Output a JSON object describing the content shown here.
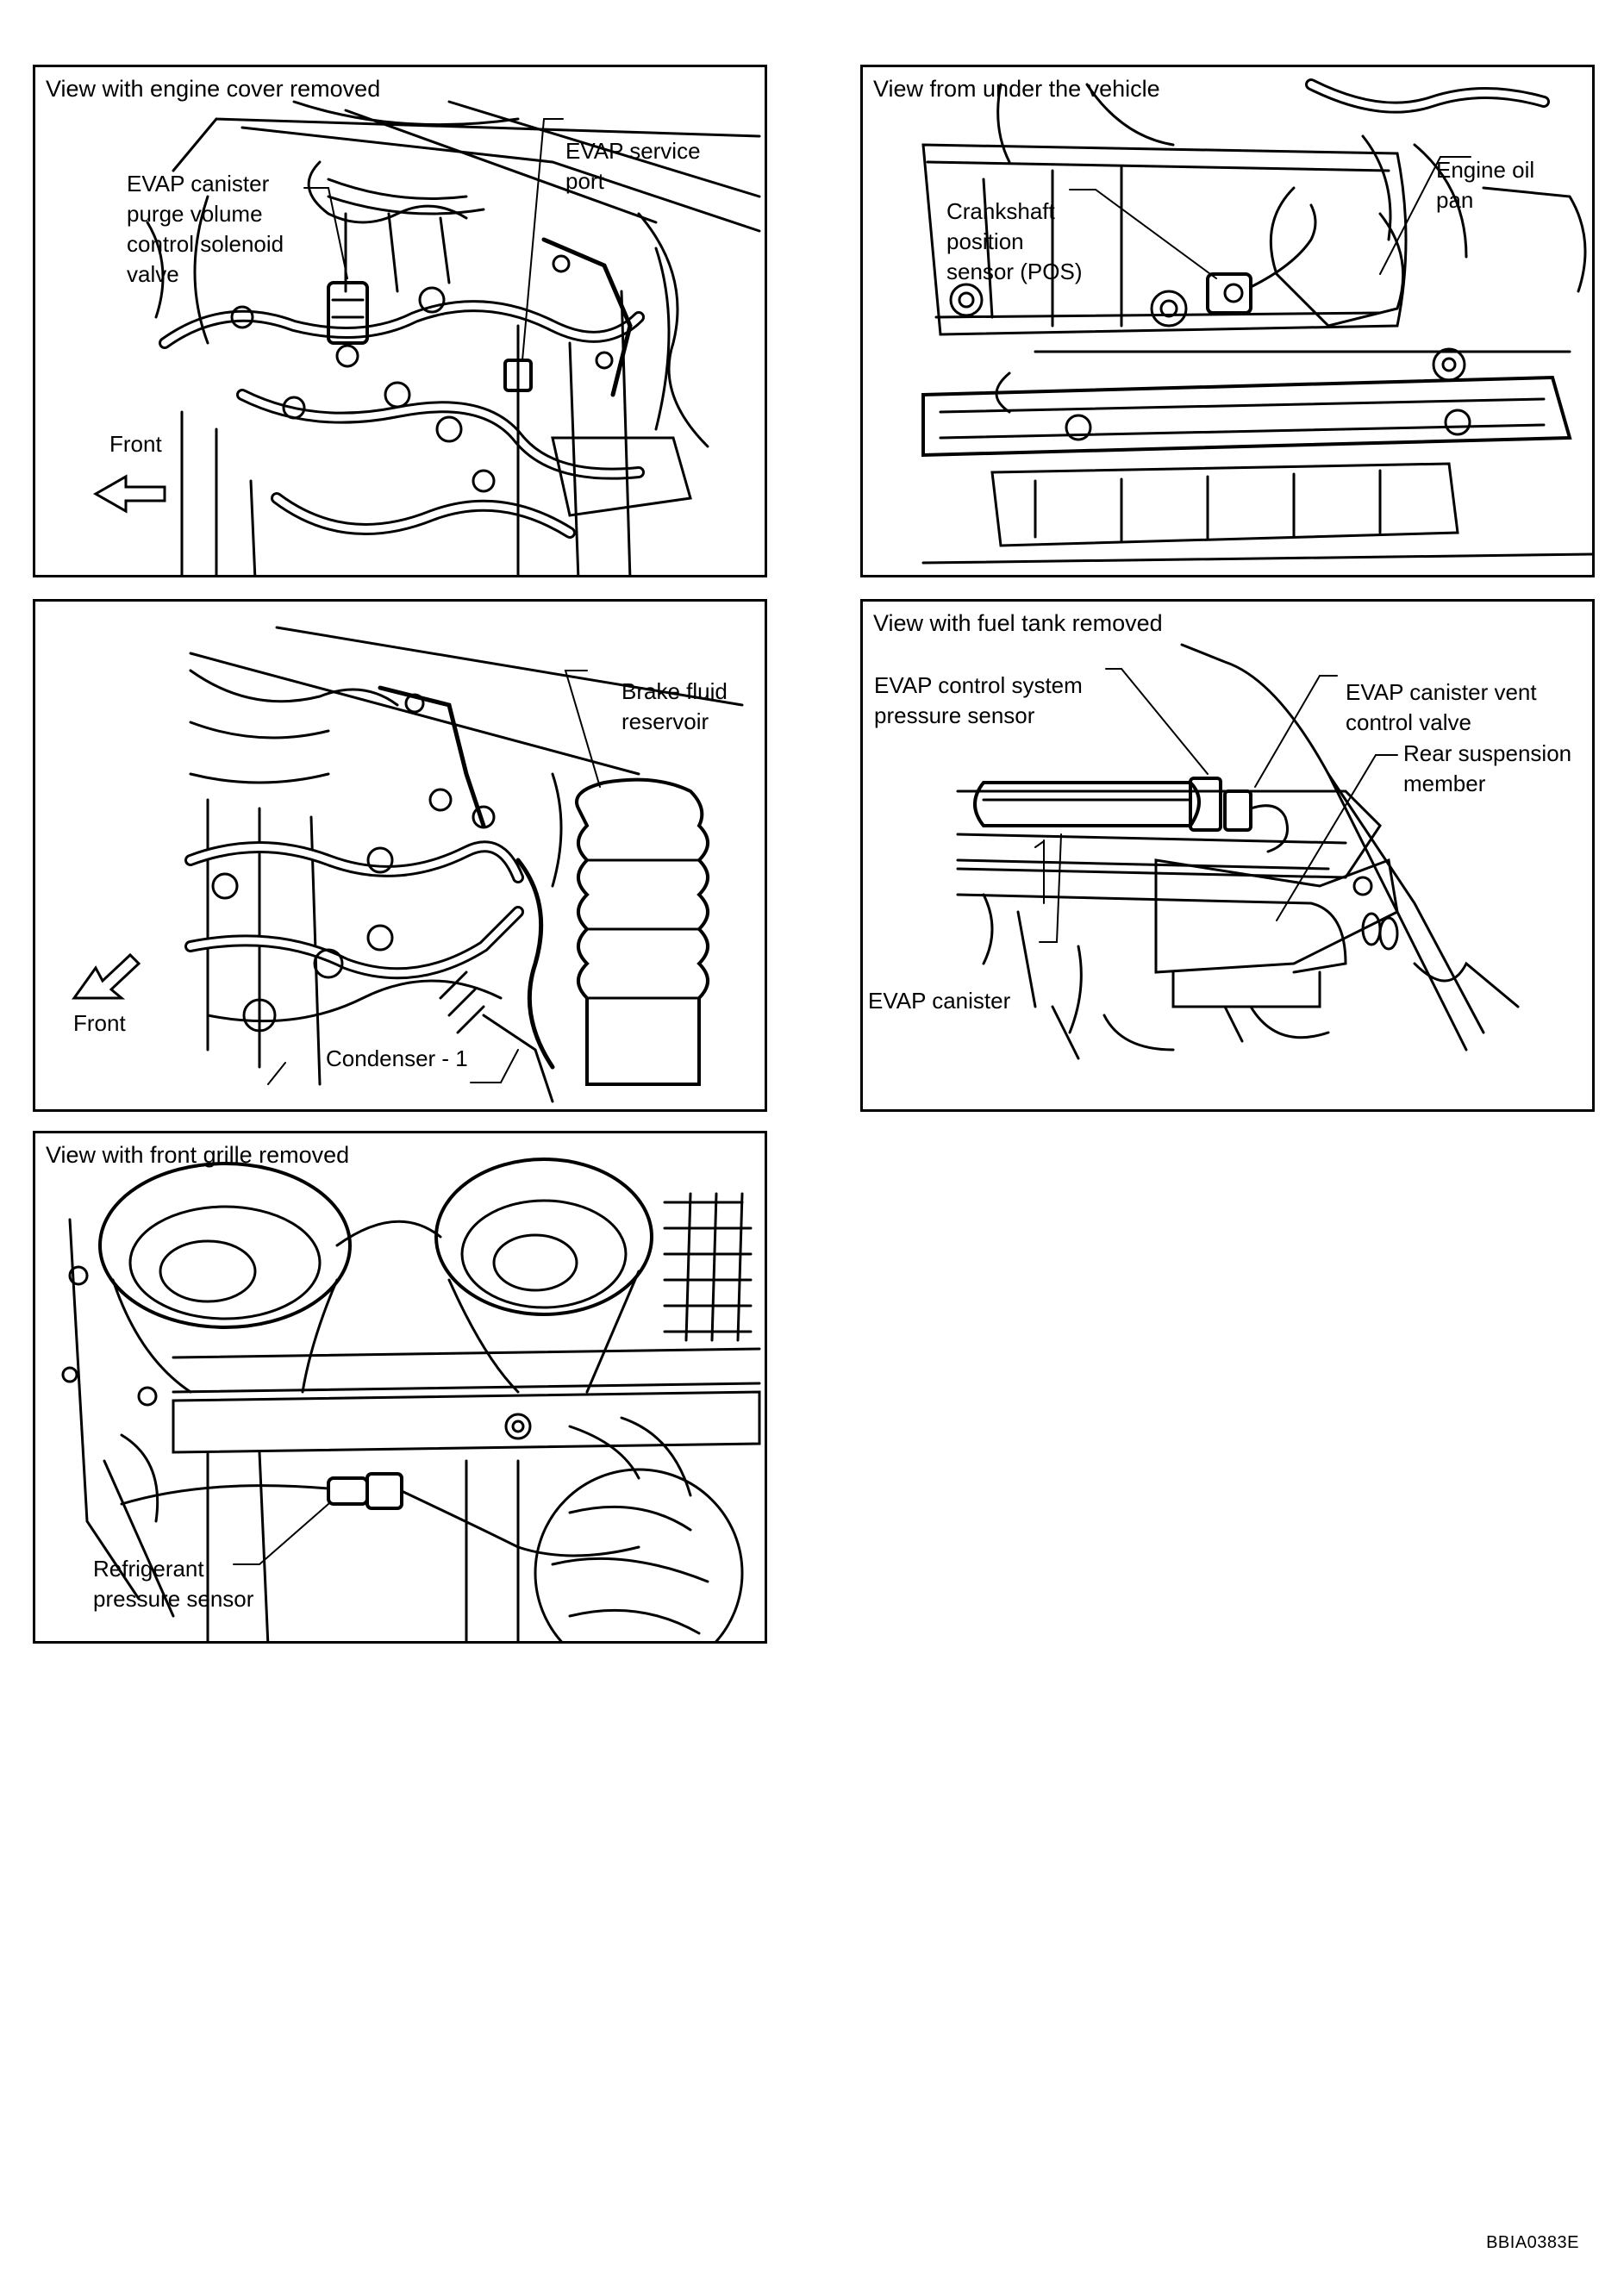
{
  "panels": {
    "engine_cover": {
      "title": "View with engine cover removed",
      "labels": {
        "purge_valve": [
          "EVAP canister",
          "purge volume",
          "control solenoid",
          "valve"
        ],
        "service_port": [
          "EVAP service",
          "port"
        ],
        "front": "Front"
      }
    },
    "under_vehicle": {
      "title": "View from under the vehicle",
      "labels": {
        "crankshaft_sensor": [
          "Crankshaft",
          "position",
          "sensor (POS)"
        ],
        "oil_pan": [
          "Engine oil",
          "pan"
        ]
      }
    },
    "engine_bay": {
      "title": "",
      "labels": {
        "brake_reservoir": [
          "Brake fluid",
          "reservoir"
        ],
        "front": "Front",
        "condenser": "Condenser - 1"
      }
    },
    "fuel_tank": {
      "title": "View with fuel tank removed",
      "labels": {
        "pressure_sensor": [
          "EVAP control system",
          "pressure sensor"
        ],
        "vent_valve": [
          "EVAP canister vent",
          "control valve"
        ],
        "suspension_member": [
          "Rear suspension",
          "member"
        ],
        "canister": "EVAP canister"
      }
    },
    "front_grille": {
      "title": "View with front grille removed",
      "labels": {
        "refrigerant_sensor": [
          "Refrigerant",
          "pressure sensor"
        ]
      }
    }
  },
  "figure_code": "BBIA0383E"
}
